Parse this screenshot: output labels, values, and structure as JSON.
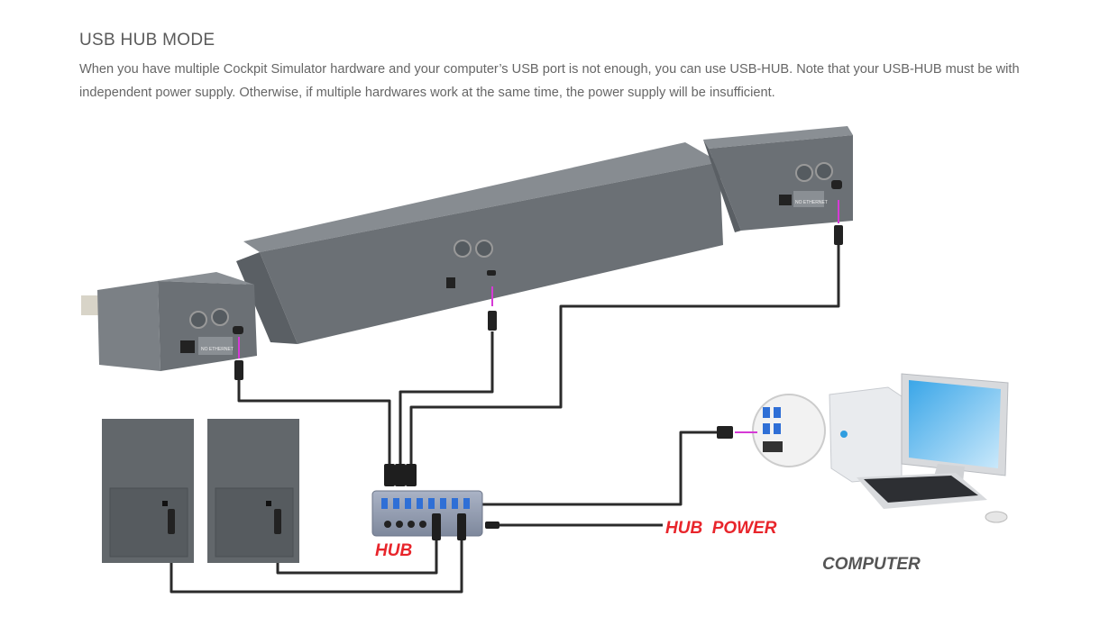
{
  "section": {
    "title": "USB HUB MODE",
    "description": "When you have multiple Cockpit Simulator hardware and your computer’s USB port is not enough, you can use USB-HUB. Note that your USB-HUB must be with independent power supply. Otherwise, if multiple hardwares work at the same time, the power supply will be insufficient."
  },
  "diagram": {
    "labels": {
      "hub": "HUB",
      "hub_power": "HUB  POWER",
      "computer": "COMPUTER"
    },
    "device_lettering": "NO ETHERNET",
    "colors": {
      "label_red": "#e8252b",
      "cable": "#2b2b2b",
      "device": "#6b7075",
      "arrow": "#d63ad6",
      "computer_label": "#555555"
    }
  }
}
